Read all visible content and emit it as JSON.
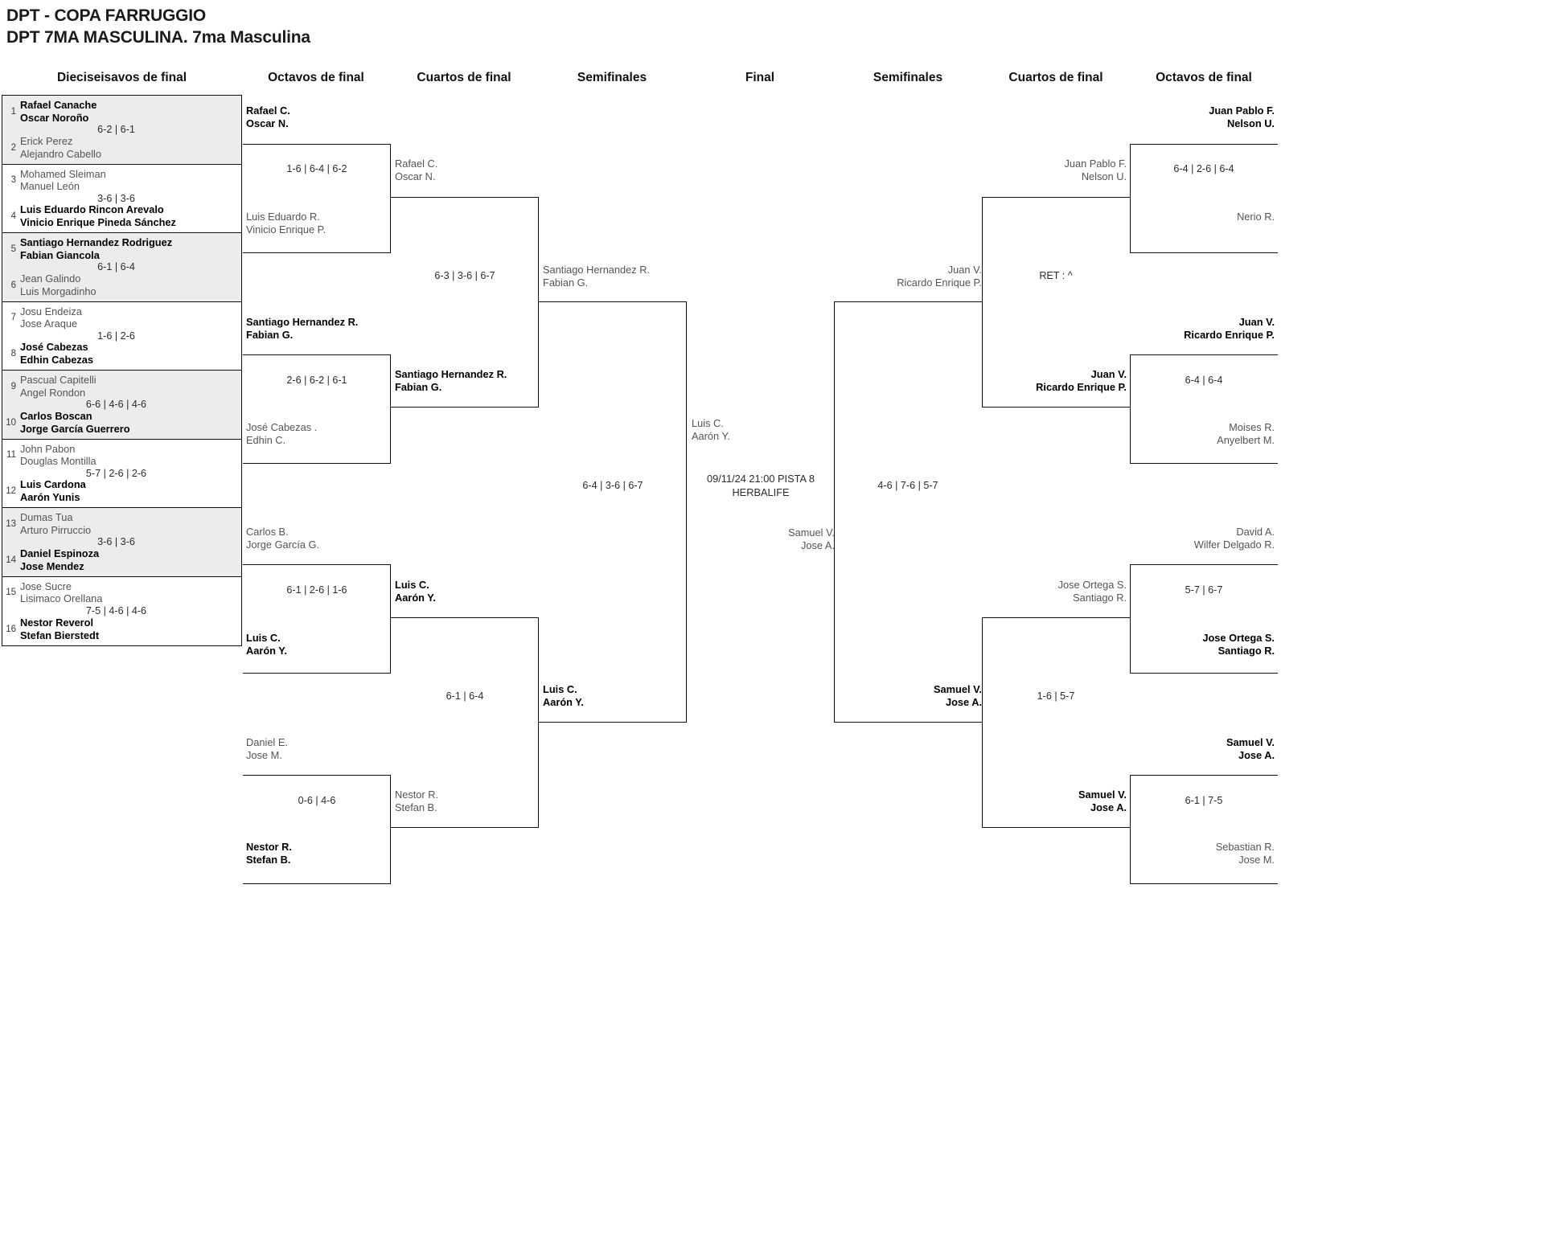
{
  "header": {
    "tournament": "DPT - COPA FARRUGGIO",
    "category": "DPT 7MA MASCULINA. 7ma Masculina"
  },
  "round_headers": {
    "left_r32": "Dieciseisavos de final",
    "left_r16": "Octavos de final",
    "left_qf": "Cuartos de final",
    "left_sf": "Semifinales",
    "final": "Final",
    "right_sf": "Semifinales",
    "right_qf": "Cuartos de final",
    "right_r16": "Octavos de final"
  },
  "left_r32": [
    {
      "seed_top": "1",
      "top_p1": "Rafael Canache",
      "top_p2": "Oscar Noroño",
      "top_win": true,
      "seed_bot": "2",
      "bot_p1": "Erick Perez",
      "bot_p2": "Alejandro Cabello",
      "bot_win": false,
      "score": "6-2 | 6-1",
      "shade": true
    },
    {
      "seed_top": "3",
      "top_p1": "Mohamed Sleiman",
      "top_p2": "Manuel León",
      "top_win": false,
      "seed_bot": "4",
      "bot_p1": "Luis Eduardo Rincon Arevalo",
      "bot_p2": "Vinicio Enrique Pineda Sánchez",
      "bot_win": true,
      "score": "3-6 | 3-6",
      "shade": false
    },
    {
      "seed_top": "5",
      "top_p1": "Santiago Hernandez Rodriguez",
      "top_p2": "Fabian Giancola",
      "top_win": true,
      "seed_bot": "6",
      "bot_p1": "Jean Galindo",
      "bot_p2": "Luis Morgadinho",
      "bot_win": false,
      "score": "6-1 | 6-4",
      "shade": true
    },
    {
      "seed_top": "7",
      "top_p1": "Josu Endeiza",
      "top_p2": "Jose Araque",
      "top_win": false,
      "seed_bot": "8",
      "bot_p1": "José Cabezas",
      "bot_p2": "Edhin Cabezas",
      "bot_win": true,
      "score": "1-6 | 2-6",
      "shade": false
    },
    {
      "seed_top": "9",
      "top_p1": "Pascual Capitelli",
      "top_p2": "Angel Rondon",
      "top_win": false,
      "seed_bot": "10",
      "bot_p1": "Carlos Boscan",
      "bot_p2": "Jorge García Guerrero",
      "bot_win": true,
      "score": "6-6 | 4-6 | 4-6",
      "shade": true
    },
    {
      "seed_top": "11",
      "top_p1": "John Pabon",
      "top_p2": "Douglas Montilla",
      "top_win": false,
      "seed_bot": "12",
      "bot_p1": "Luis Cardona",
      "bot_p2": "Aarón Yunis",
      "bot_win": true,
      "score": "5-7 | 2-6 | 2-6",
      "shade": false
    },
    {
      "seed_top": "13",
      "top_p1": "Dumas Tua",
      "top_p2": "Arturo Pirruccio",
      "top_win": false,
      "seed_bot": "14",
      "bot_p1": "Daniel Espinoza",
      "bot_p2": "Jose Mendez",
      "bot_win": true,
      "score": "3-6 | 3-6",
      "shade": true
    },
    {
      "seed_top": "15",
      "top_p1": "Jose Sucre",
      "top_p2": "Lisimaco Orellana",
      "top_win": false,
      "seed_bot": "16",
      "bot_p1": "Nestor Reverol",
      "bot_p2": "Stefan Bierstedt",
      "bot_win": true,
      "score": "7-5 | 4-6 | 4-6",
      "shade": false
    }
  ],
  "left_r16": [
    {
      "top_p1": "Rafael C.",
      "top_p2": "Oscar N.",
      "top_win": true,
      "bot_p1": "Luis Eduardo R.",
      "bot_p2": "Vinicio Enrique P.",
      "bot_win": false,
      "score": "1-6 | 6-4 | 6-2"
    },
    {
      "top_p1": "Santiago Hernandez R.",
      "top_p2": "Fabian G.",
      "top_win": true,
      "bot_p1": "José Cabezas .",
      "bot_p2": "Edhin C.",
      "bot_win": false,
      "score": "2-6 | 6-2 | 6-1"
    },
    {
      "top_p1": "Carlos B.",
      "top_p2": "Jorge García G.",
      "top_win": false,
      "bot_p1": "Luis C.",
      "bot_p2": "Aarón Y.",
      "bot_win": true,
      "score": "6-1 | 2-6 | 1-6"
    },
    {
      "top_p1": "Daniel E.",
      "top_p2": "Jose M.",
      "top_win": false,
      "bot_p1": "Nestor R.",
      "bot_p2": "Stefan B.",
      "bot_win": true,
      "score": "0-6 | 4-6"
    }
  ],
  "left_qf": [
    {
      "top_p1": "Rafael C.",
      "top_p2": "Oscar N.",
      "top_win": false,
      "bot_p1": "Santiago Hernandez R.",
      "bot_p2": "Fabian G.",
      "bot_win": true,
      "score": "6-3 | 3-6 | 6-7"
    },
    {
      "top_p1": "Luis C.",
      "top_p2": "Aarón Y.",
      "top_win": true,
      "bot_p1": "Nestor R.",
      "bot_p2": "Stefan B.",
      "bot_win": false,
      "score": "6-1 | 6-4"
    }
  ],
  "left_sf": [
    {
      "top_p1": "Santiago Hernandez R.",
      "top_p2": "Fabian G.",
      "top_win": false,
      "bot_p1": "Luis C.",
      "bot_p2": "Aarón Y.",
      "bot_win": true,
      "score": "6-4 | 3-6 | 6-7"
    }
  ],
  "final": {
    "top_p1": "Luis C.",
    "top_p2": "Aarón Y.",
    "bot_p1": "Samuel V.",
    "bot_p2": "Jose A.",
    "info_line1": "09/11/24 21:00 PISTA 8",
    "info_line2": "HERBALIFE"
  },
  "right_sf": [
    {
      "top_p1": "Juan V.",
      "top_p2": "Ricardo Enrique P.",
      "top_win": false,
      "bot_p1": "Samuel V.",
      "bot_p2": "Jose A.",
      "bot_win": true,
      "score": "4-6 | 7-6 | 5-7"
    }
  ],
  "right_qf": [
    {
      "top_p1": "Juan Pablo F.",
      "top_p2": "Nelson U.",
      "top_win": false,
      "bot_p1": "Juan V.",
      "bot_p2": "Ricardo Enrique P.",
      "bot_win": true,
      "score": "RET : ^"
    },
    {
      "top_p1": "Jose Ortega S.",
      "top_p2": "Santiago R.",
      "top_win": false,
      "bot_p1": "Samuel V.",
      "bot_p2": "Jose A.",
      "bot_win": true,
      "score": "1-6 | 5-7"
    }
  ],
  "right_r16": [
    {
      "top_p1": "Juan Pablo F.",
      "top_p2": "Nelson U.",
      "top_win": true,
      "bot_p1": "Nerio R.",
      "bot_p2": "",
      "bot_win": false,
      "score": "6-4 | 2-6 | 6-4"
    },
    {
      "top_p1": "Juan V.",
      "top_p2": "Ricardo Enrique P.",
      "top_win": true,
      "bot_p1": "Moises R.",
      "bot_p2": "Anyelbert M.",
      "bot_win": false,
      "score": "6-4 | 6-4"
    },
    {
      "top_p1": "David A.",
      "top_p2": "Wilfer Delgado R.",
      "top_win": false,
      "bot_p1": "Jose Ortega S.",
      "bot_p2": "Santiago R.",
      "bot_win": true,
      "score": "5-7 | 6-7"
    },
    {
      "top_p1": "Samuel V.",
      "top_p2": "Jose A.",
      "top_win": true,
      "bot_p1": "Sebastian R.",
      "bot_p2": "Jose M.",
      "bot_win": false,
      "score": "6-1 | 7-5"
    }
  ]
}
